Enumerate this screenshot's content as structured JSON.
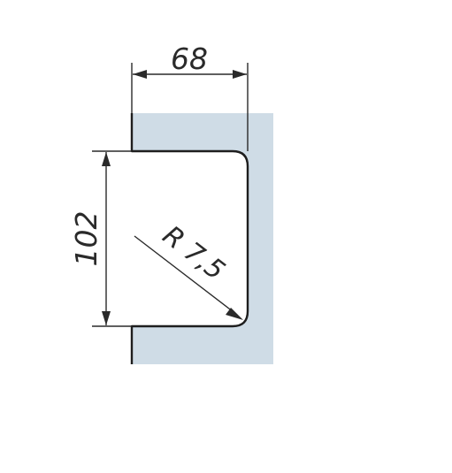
{
  "dimensions": {
    "width_label": "68",
    "height_label": "102",
    "radius_label": "R 7,5"
  },
  "colors": {
    "panel_fill": "#cfdce6",
    "line": "#1e1e1e",
    "background": "#ffffff"
  }
}
